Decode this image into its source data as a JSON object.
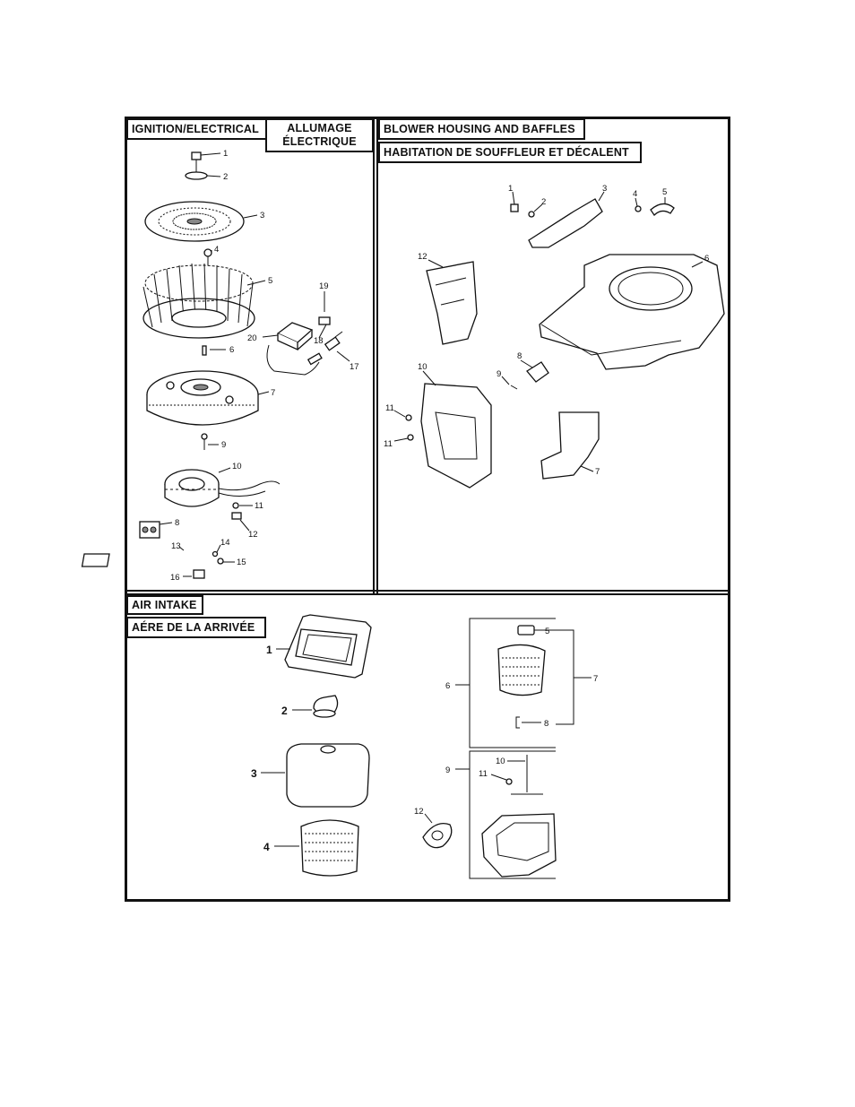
{
  "sections": {
    "ignition": {
      "title_en": "IGNITION/ELECTRICAL",
      "title_fr_line1": "ALLUMAGE",
      "title_fr_line2": "ÉLECTRIQUE",
      "callouts": [
        "1",
        "2",
        "3",
        "4",
        "5",
        "19",
        "20",
        "18",
        "6",
        "17",
        "7",
        "9",
        "10",
        "11",
        "12",
        "8",
        "13",
        "14",
        "15",
        "16"
      ]
    },
    "blower": {
      "title_en": "BLOWER HOUSING AND BAFFLES",
      "title_fr": "HABITATION DE SOUFFLEUR ET DÉCALENT",
      "callouts": [
        "1",
        "2",
        "3",
        "4",
        "5",
        "12",
        "6",
        "10",
        "8",
        "9",
        "11",
        "11",
        "7"
      ]
    },
    "air_intake": {
      "title_en": "AIR INTAKE",
      "title_fr": "AÉRE DE LA ARRIVÉE",
      "callouts": [
        "1",
        "2",
        "3",
        "4",
        "5",
        "6",
        "7",
        "8",
        "9",
        "10",
        "11",
        "12"
      ]
    }
  }
}
